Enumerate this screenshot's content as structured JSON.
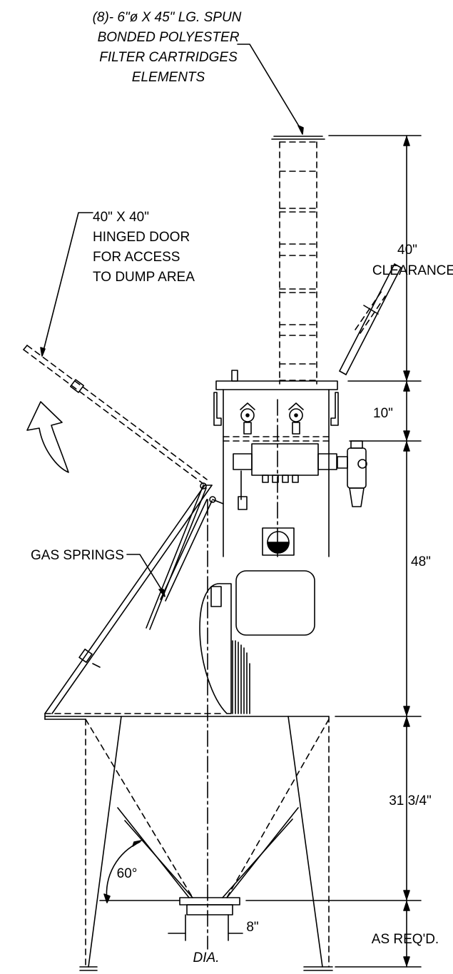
{
  "callouts": {
    "filters": [
      "(8)- 6\"ø X 45\" LG. SPUN",
      "BONDED POLYESTER",
      "FILTER CARTRIDGES",
      "ELEMENTS"
    ],
    "door": [
      "40\" X 40\"",
      "HINGED DOOR",
      "FOR ACCESS",
      "TO DUMP AREA"
    ],
    "springs": "GAS SPRINGS"
  },
  "dimensions": {
    "clearance_value": "40\"",
    "clearance_label": "CLEARANCE",
    "top_section": "10\"",
    "cabinet": "48\"",
    "hopper": "31 3/4\"",
    "legs": "AS REQ'D.",
    "outlet": "8\"",
    "outlet_label": "DIA.",
    "angle": "60°"
  },
  "colors": {
    "ink": "#000000",
    "paper": "#ffffff"
  }
}
